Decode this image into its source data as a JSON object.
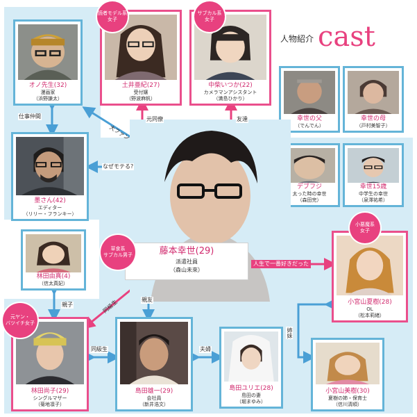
{
  "title": {
    "japanese": "人物紹介",
    "english": "cast"
  },
  "colors": {
    "accent": "#e8417f",
    "node_border_blue": "#64b4d8",
    "panel": "#d6ecf6",
    "connector": "#4a9fd5"
  },
  "center": {
    "name": "藤本幸世(29)",
    "role": "派遣社員",
    "actor": "（森山未來）",
    "tag": "草食系\nサブカル男子"
  },
  "characters": {
    "ono": {
      "name": "オノ先生(32)",
      "role": "漫画家",
      "actor": "（浜野謙太）"
    },
    "doi": {
      "name": "土井亜紀(27)",
      "role": "受付嬢",
      "actor": "（野波麻帆）",
      "tag": "読者モデル系\n女子"
    },
    "nakashiba": {
      "name": "中柴いつか(22)",
      "role": "カメラマンアシスタント",
      "actor": "（満島ひかり）",
      "tag": "サブカル系\n女子"
    },
    "father": {
      "name": "幸世の父",
      "actor": "（でんでん）"
    },
    "mother": {
      "name": "幸世の母",
      "actor": "（戸村美智子）"
    },
    "sumi": {
      "name": "墨さん(42)",
      "role": "エディター",
      "actor": "（リリー・フランキー）"
    },
    "debufuji": {
      "name": "デブフジ",
      "role": "太った時の幸世",
      "actor": "（森田完）"
    },
    "yukiyo15": {
      "name": "幸世15歳",
      "role": "中学生の幸世",
      "actor": "（泉澤祐希）"
    },
    "yuma": {
      "name": "林田由真(4)",
      "actor": "（信太真妃）"
    },
    "natsuki": {
      "name": "小宮山夏樹(28)",
      "role": "OL",
      "actor": "（松本莉緒）",
      "tag": "小悪魔系\n女子"
    },
    "naoko": {
      "name": "林田尚子(29)",
      "role": "シングルマザー",
      "actor": "（菊地凛子）",
      "tag": "元ヤン・\nバツイチ女子"
    },
    "shimada": {
      "name": "島田雄一(29)",
      "role": "会社員",
      "actor": "（新井浩文）"
    },
    "yurie": {
      "name": "島田ユリエ(28)",
      "role": "島田の妻",
      "actor": "（堀まゆみ）"
    },
    "miyu": {
      "name": "小宮山美樹(30)",
      "role": "夏樹の姉・保育士",
      "actor": "（信川清順）"
    }
  },
  "relations": {
    "work": "仕事仲間",
    "fan": "大ファン",
    "colleague": "元同僚",
    "friend": "友達",
    "popular": "なぜモテる?",
    "love": "人生で一番好きだった",
    "classmate1": "同級生",
    "bestfriend": "親友",
    "parent": "親子",
    "classmate2": "同級生",
    "couple": "夫婦",
    "sisters": "姉妹"
  }
}
